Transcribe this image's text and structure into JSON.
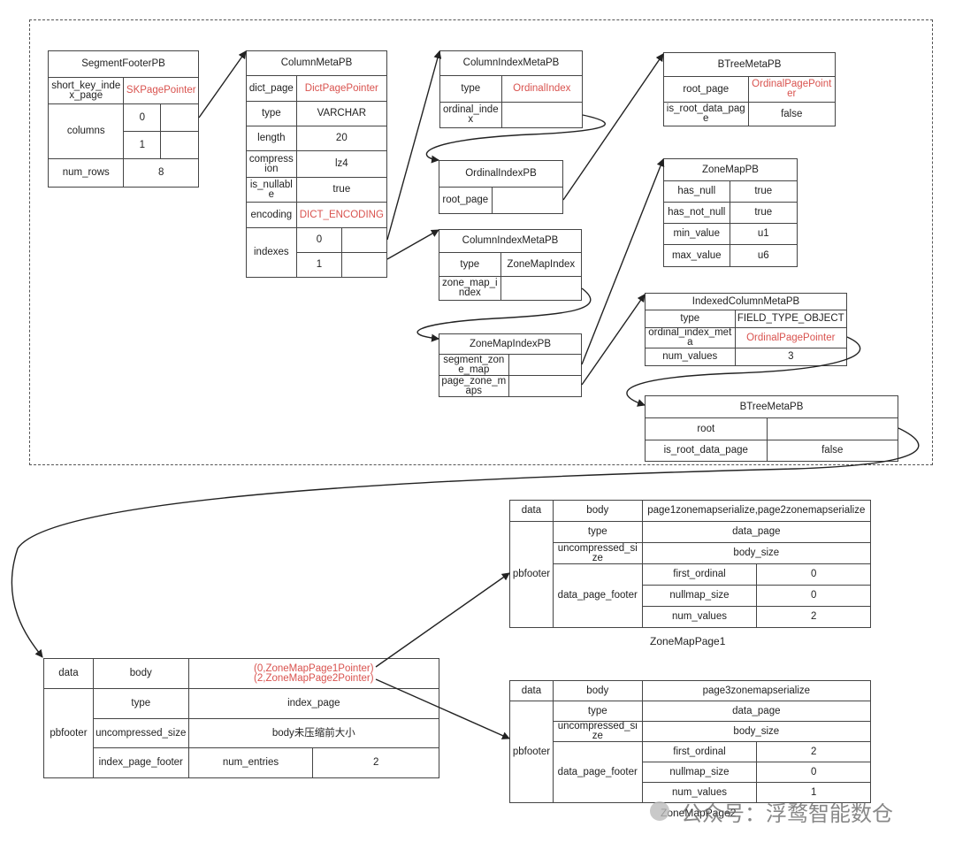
{
  "segment_footer": {
    "title": "SegmentFooterPB",
    "short_key_index_page_label": "short_key_index_page",
    "short_key_index_page_value": "SKPagePointer",
    "columns_label": "columns",
    "col_0": "0",
    "col_1": "1",
    "num_rows_label": "num_rows",
    "num_rows_value": "8"
  },
  "column_meta": {
    "title": "ColumnMetaPB",
    "dict_page_label": "dict_page",
    "dict_page_value": "DictPagePointer",
    "type_label": "type",
    "type_value": "VARCHAR",
    "length_label": "length",
    "length_value": "20",
    "compression_label": "compression",
    "compression_value": "lz4",
    "is_nullable_label": "is_nullable",
    "is_nullable_value": "true",
    "encoding_label": "encoding",
    "encoding_value": "DICT_ENCODING",
    "indexes_label": "indexes",
    "idx_0": "0",
    "idx_1": "1"
  },
  "column_index_meta_1": {
    "title": "ColumnIndexMetaPB",
    "type_label": "type",
    "type_value": "OrdinalIndex",
    "ordinal_index_label": "ordinal_index"
  },
  "ordinal_index": {
    "title": "OrdinalIndexPB",
    "root_page_label": "root_page"
  },
  "btree_meta_1": {
    "title": "BTreeMetaPB",
    "root_page_label": "root_page",
    "root_page_value": "OrdinalPagePointer",
    "is_root_label": "is_root_data_page",
    "is_root_value": "false"
  },
  "zone_map_pb": {
    "title": "ZoneMapPB",
    "has_null_label": "has_null",
    "has_null_value": "true",
    "has_not_null_label": "has_not_null",
    "has_not_null_value": "true",
    "min_value_label": "min_value",
    "min_value_value": "u1",
    "max_value_label": "max_value",
    "max_value_value": "u6"
  },
  "column_index_meta_2": {
    "title": "ColumnIndexMetaPB",
    "type_label": "type",
    "type_value": "ZoneMapIndex",
    "zone_map_index_label": "zone_map_index"
  },
  "zone_map_index": {
    "title": "ZoneMapIndexPB",
    "segment_zone_map_label": "segment_zone_map",
    "page_zone_maps_label": "page_zone_maps"
  },
  "indexed_column_meta": {
    "title": "IndexedColumnMetaPB",
    "type_label": "type",
    "type_value": "FIELD_TYPE_OBJECT",
    "ordinal_index_meta_label": "ordinal_index_meta",
    "ordinal_index_meta_value": "OrdinalPagePointer",
    "num_values_label": "num_values",
    "num_values_value": "3"
  },
  "btree_meta_2": {
    "title": "BTreeMetaPB",
    "root_label": "root",
    "is_root_label": "is_root_data_page",
    "is_root_value": "false"
  },
  "zone_map_page_1": {
    "data_label": "data",
    "body_label": "body",
    "body_value": "page1zonemapserialize,page2zonemapserialize",
    "pbfooter_label": "pbfooter",
    "type_label": "type",
    "type_value": "data_page",
    "uncompressed_label": "uncompressed_size",
    "uncompressed_value": "body_size",
    "footer_label": "data_page_footer",
    "first_ordinal_label": "first_ordinal",
    "first_ordinal_value": "0",
    "nullmap_size_label": "nullmap_size",
    "nullmap_size_value": "0",
    "num_values_label": "num_values",
    "num_values_value": "2",
    "caption": "ZoneMapPage1"
  },
  "zone_map_page_2": {
    "data_label": "data",
    "body_label": "body",
    "body_value": "page3zonemapserialize",
    "pbfooter_label": "pbfooter",
    "type_label": "type",
    "type_value": "data_page",
    "uncompressed_label": "uncompressed_size",
    "uncompressed_value": "body_size",
    "footer_label": "data_page_footer",
    "first_ordinal_label": "first_ordinal",
    "first_ordinal_value": "2",
    "nullmap_size_label": "nullmap_size",
    "nullmap_size_value": "0",
    "num_values_label": "num_values",
    "num_values_value": "1",
    "caption": "ZoneMapPage2"
  },
  "index_page": {
    "data_label": "data",
    "body_label": "body",
    "body_value_1": "(0,ZoneMapPage1Pointer)",
    "body_value_2": "(2,ZoneMapPage2Pointer)",
    "pbfooter_label": "pbfooter",
    "type_label": "type",
    "type_value": "index_page",
    "uncompressed_label": "uncompressed_size",
    "uncompressed_value": "body未压缩前大小",
    "footer_label": "index_page_footer",
    "num_entries_label": "num_entries",
    "num_entries_value": "2"
  },
  "watermark": "公众号：浮鹜智能数仓",
  "colors": {
    "pointer_red": "#d9534f",
    "line": "#222222"
  }
}
